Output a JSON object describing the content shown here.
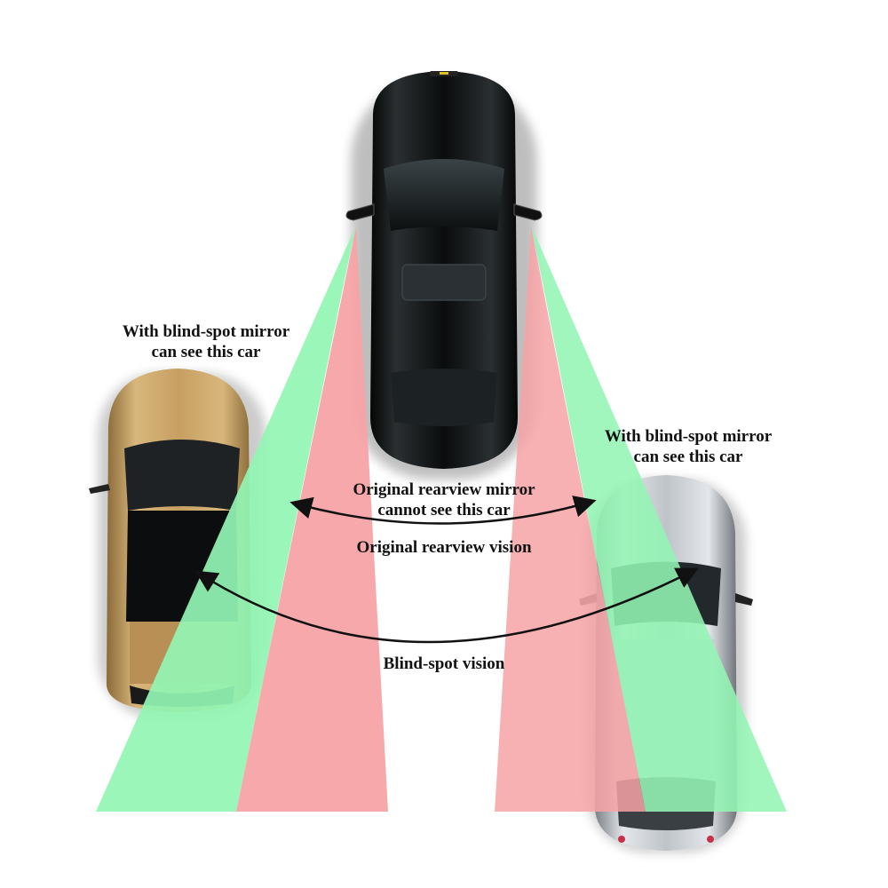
{
  "diagram": {
    "title": "Blind-spot mirror vision vs original rearview vision",
    "colors": {
      "background": "#ffffff",
      "rearview_cone": "#f7a3a6",
      "blindspot_cone": "#93f5b4",
      "text": "#111111",
      "arrow": "#111111",
      "main_car": "#0b0d0e",
      "left_car": "#c9a468",
      "right_car": "#b9bec3"
    },
    "labels": {
      "left_car_note_line1": "With blind-spot mirror",
      "left_car_note_line2": "can see this car",
      "right_car_note_line1": "With blind-spot mirror",
      "right_car_note_line2": "can see this car",
      "cannot_see_line1": "Original rearview mirror",
      "cannot_see_line2": "cannot see this car",
      "original_vision": "Original rearview vision",
      "blindspot_vision": "Blind-spot vision"
    },
    "vehicles": [
      {
        "id": "main-car",
        "description": "Black car (own vehicle), top center, viewed from above"
      },
      {
        "id": "left-car",
        "description": "Gold car in left adjacent lane"
      },
      {
        "id": "right-car",
        "description": "Silver car in right adjacent lane"
      }
    ],
    "zones": [
      {
        "id": "left-rearview-zone",
        "type": "original rearview",
        "side": "left"
      },
      {
        "id": "left-blindspot-zone",
        "type": "blind-spot",
        "side": "left"
      },
      {
        "id": "right-rearview-zone",
        "type": "original rearview",
        "side": "right"
      },
      {
        "id": "right-blindspot-zone",
        "type": "blind-spot",
        "side": "right"
      }
    ],
    "arrows": [
      {
        "id": "rearview-arc",
        "meaning": "Span of original rearview vision"
      },
      {
        "id": "blindspot-arc",
        "meaning": "Span of blind-spot vision"
      }
    ]
  }
}
